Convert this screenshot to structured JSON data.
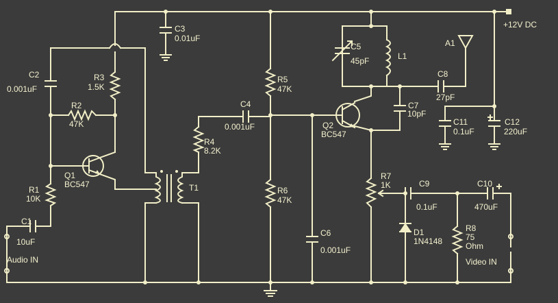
{
  "labels": {
    "supply": "+12V DC",
    "antenna": "A1",
    "audio_in": "Audio IN",
    "video_in": "Video IN",
    "c1": {
      "name": "C1",
      "value": "10uF"
    },
    "c2": {
      "name": "C2",
      "value": "0.001uF"
    },
    "c3": {
      "name": "C3",
      "value": "0.01uF"
    },
    "c4": {
      "name": "C4",
      "value": "0.001uF"
    },
    "c5": {
      "name": "C5",
      "value": "45pF"
    },
    "c6": {
      "name": "C6",
      "value": "0.001uF"
    },
    "c7": {
      "name": "C7",
      "value": "10pF"
    },
    "c8": {
      "name": "C8",
      "value": "27pF"
    },
    "c9": {
      "name": "C9",
      "value": "0.1uF"
    },
    "c10": {
      "name": "C10",
      "value": "470uF"
    },
    "c11": {
      "name": "C11",
      "value": "0.1uF"
    },
    "c12": {
      "name": "C12",
      "value": "220uF"
    },
    "r1": {
      "name": "R1",
      "value": "10K"
    },
    "r2": {
      "name": "R2",
      "value": "47K"
    },
    "r3": {
      "name": "R3",
      "value": "1.5K"
    },
    "r4": {
      "name": "R4",
      "value": "8.2K"
    },
    "r5": {
      "name": "R5",
      "value": "47K"
    },
    "r6": {
      "name": "R6",
      "value": "47K"
    },
    "r7": {
      "name": "R7",
      "value": "1K"
    },
    "r8": {
      "name": "R8",
      "value": "75",
      "unit": "Ohm"
    },
    "q1": {
      "name": "Q1",
      "value": "BC547"
    },
    "q2": {
      "name": "Q2",
      "value": "BC547"
    },
    "d1": {
      "name": "D1",
      "value": "1N4148"
    },
    "l1": {
      "name": "L1"
    },
    "t1": {
      "name": "T1"
    }
  },
  "colors": {
    "background": "#3b3b3b",
    "ink": "#f2efc8"
  }
}
